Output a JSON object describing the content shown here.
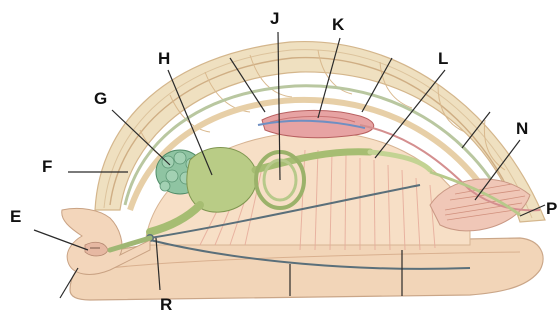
{
  "diagram": {
    "labels": [
      "J",
      "K",
      "H",
      "L",
      "G",
      "N",
      "F",
      "E",
      "P",
      "R"
    ],
    "colors": {
      "shell": "#efe0c0",
      "shell_rim": "#d9b98e",
      "body": "#f6dcc0",
      "foot": "#f2d5b8",
      "muscle": "#e8b3a3",
      "gill": "#7fb89a",
      "digestive": "#b9cc86",
      "heart": "#d98787",
      "nerve": "#5a6f7a",
      "tube": "#7aa06d"
    }
  }
}
